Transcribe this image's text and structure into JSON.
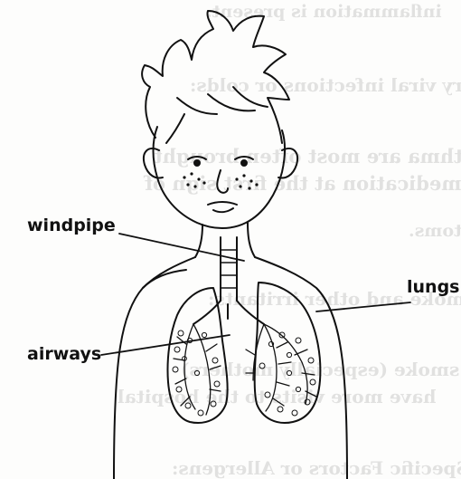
{
  "labels": {
    "windpipe": "windpipe",
    "lungs": "lungs",
    "airways": "airways"
  },
  "bleed_through": {
    "line1": "inflammation is present.",
    "line2": "respiratory viral infections or colds:",
    "line3": "young children with asthma are most often brought",
    "line4": "to use their asthma medication at the first sign of",
    "line5": "symptoms.",
    "line6": "smoke and other irritants:",
    "line7": "children whose parents smoke (especially mothers)",
    "line8": "have more visits to the hospital",
    "line9": "Specific Factors or Allergens:"
  },
  "colors": {
    "ink": "#111111",
    "bleed": "#9a9a9a",
    "paper": "#fdfdfc"
  }
}
